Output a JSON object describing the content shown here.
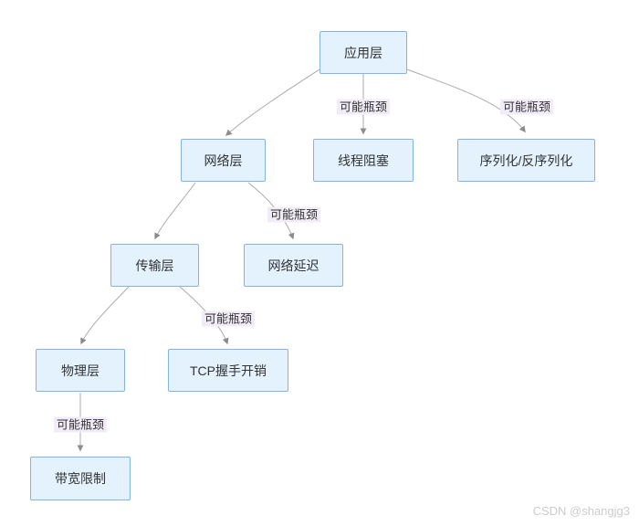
{
  "diagram": {
    "type": "flowchart",
    "nodes": [
      {
        "id": "app",
        "label": "应用层"
      },
      {
        "id": "network",
        "label": "网络层"
      },
      {
        "id": "thread",
        "label": "线程阻塞"
      },
      {
        "id": "serial",
        "label": "序列化/反序列化"
      },
      {
        "id": "transport",
        "label": "传输层"
      },
      {
        "id": "delay",
        "label": "网络延迟"
      },
      {
        "id": "physical",
        "label": "物理层"
      },
      {
        "id": "tcp",
        "label": "TCP握手开销"
      },
      {
        "id": "bandwidth",
        "label": "带宽限制"
      }
    ],
    "edges": [
      {
        "from": "应用层",
        "to": "网络层",
        "label": ""
      },
      {
        "from": "应用层",
        "to": "线程阻塞",
        "label": "可能瓶颈"
      },
      {
        "from": "应用层",
        "to": "序列化/反序列化",
        "label": "可能瓶颈"
      },
      {
        "from": "网络层",
        "to": "传输层",
        "label": ""
      },
      {
        "from": "网络层",
        "to": "网络延迟",
        "label": "可能瓶颈"
      },
      {
        "from": "传输层",
        "to": "物理层",
        "label": ""
      },
      {
        "from": "传输层",
        "to": "TCP握手开销",
        "label": "可能瓶颈"
      },
      {
        "from": "物理层",
        "to": "带宽限制",
        "label": "可能瓶颈"
      }
    ],
    "colors": {
      "node_fill": "#e3f2fd",
      "node_border": "#82b4e8",
      "edge_line": "#ababab",
      "arrowhead": "#8c8c8c",
      "edge_label_bg": "#f2ecf9",
      "text": "#333333",
      "watermark_text": "#cccccc",
      "background": "#ffffff"
    }
  },
  "watermark": {
    "text": "CSDN @shangjg3"
  }
}
